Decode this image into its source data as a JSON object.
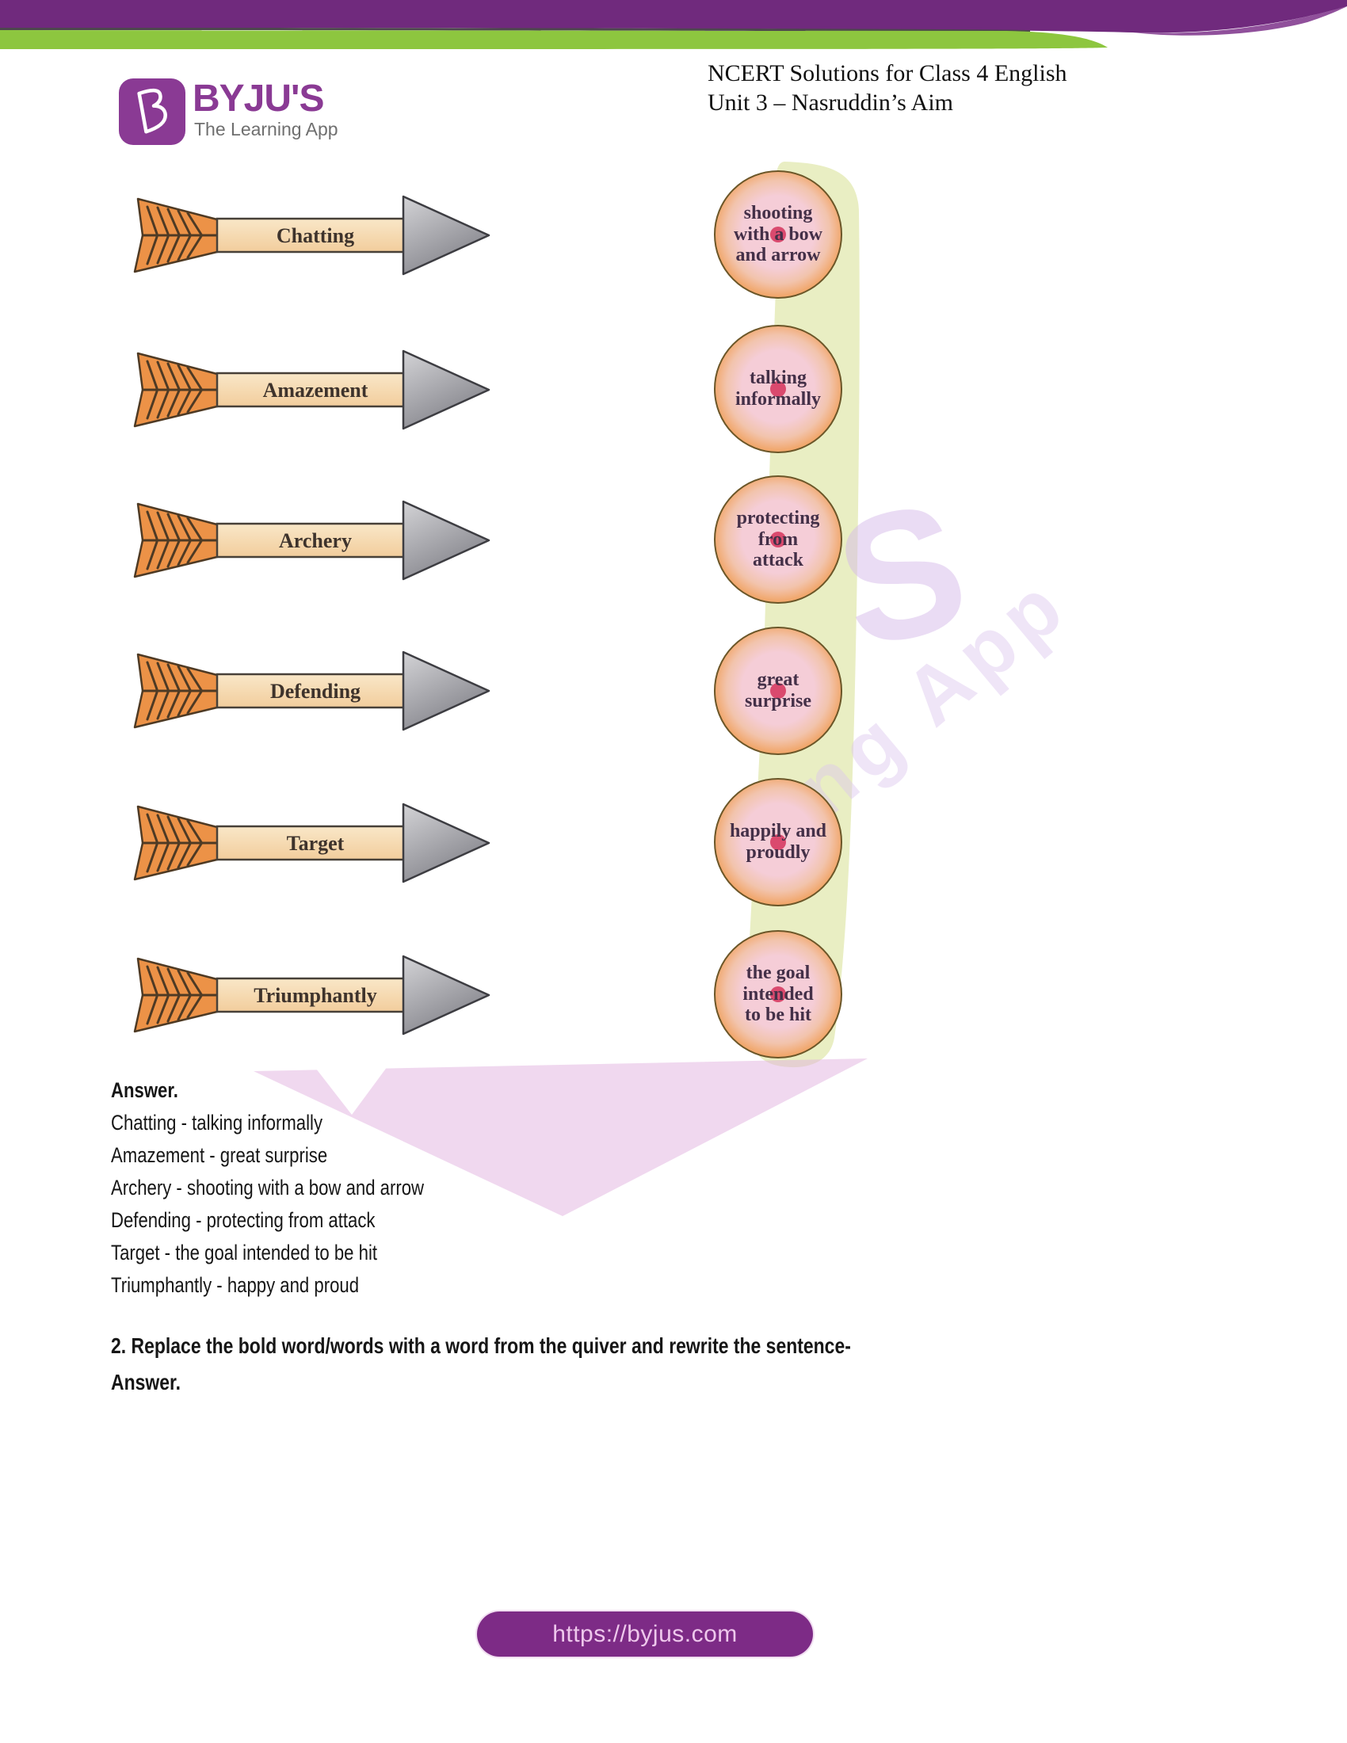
{
  "header": {
    "brand": "BYJU'S",
    "tagline": "The Learning App",
    "title_line1": "NCERT Solutions for Class 4 English",
    "title_line2": "Unit 3 – Nasruddin’s Aim"
  },
  "quiver": {
    "arrows": [
      {
        "label": "Chatting"
      },
      {
        "label": "Amazement"
      },
      {
        "label": "Archery"
      },
      {
        "label": "Defending"
      },
      {
        "label": "Target"
      },
      {
        "label": "Triumphantly"
      }
    ]
  },
  "targets": [
    {
      "lines": [
        "shooting",
        "with a bow",
        "and arrow"
      ]
    },
    {
      "lines": [
        "talking",
        "informally"
      ]
    },
    {
      "lines": [
        "protecting",
        "from",
        "attack"
      ]
    },
    {
      "lines": [
        "great",
        "surprise"
      ]
    },
    {
      "lines": [
        "happily and",
        "proudly"
      ]
    },
    {
      "lines": [
        "the goal",
        "intended",
        "to be hit"
      ]
    }
  ],
  "answers": {
    "heading": "Answer.",
    "items": [
      "Chatting - talking informally",
      "Amazement - great surprise",
      "Archery - shooting with a bow and arrow",
      "Defending - protecting from attack",
      "Target - the goal intended to be hit",
      "Triumphantly - happy and proud"
    ]
  },
  "question2": {
    "text": "2. Replace the bold word/words with a word from the quiver and rewrite the sentence-",
    "answer_heading": "Answer."
  },
  "footer": {
    "url_label": "https://byjus.com"
  },
  "watermark": {
    "letter": "S",
    "ng_app": "ng App"
  },
  "colors": {
    "header_purple": "#702a7d",
    "header_green": "#8dc63f",
    "brand_purple": "#8a3a94",
    "footer_purple": "#7d2b86",
    "fletching_orange": "#ec9247",
    "shaft_tan": "#f6d7a8",
    "arrowhead_gray": "#9a9aa0",
    "target_orange": "#f1a76c",
    "target_pink": "#f5cdd7",
    "bullseye_red": "#da4a6e",
    "ribbon_green": "#e9eec3",
    "watermark_pink": "#eccfea"
  }
}
